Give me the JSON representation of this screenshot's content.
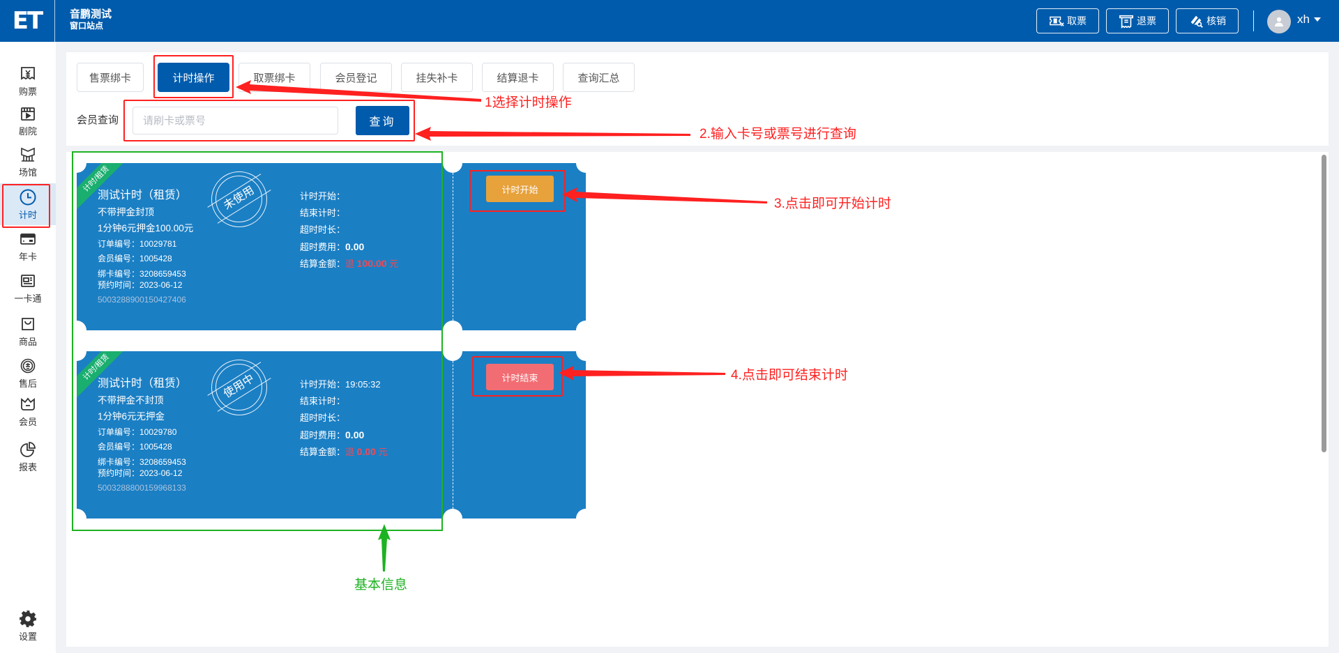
{
  "header": {
    "logo": "ET",
    "site_name": "音鹏测试",
    "site_sub": "窗口站点",
    "buttons": [
      {
        "label": "取票",
        "icon": "ticket-pickup-icon"
      },
      {
        "label": "退票",
        "icon": "refund-receipt-icon"
      },
      {
        "label": "核销",
        "icon": "verify-icon"
      }
    ],
    "user": "xh"
  },
  "sidebar": {
    "items": [
      {
        "label": "购票",
        "icon": "ticket-yen-icon"
      },
      {
        "label": "剧院",
        "icon": "theater-icon"
      },
      {
        "label": "场馆",
        "icon": "venue-icon"
      },
      {
        "label": "计时",
        "icon": "clock-icon",
        "active": true
      },
      {
        "label": "年卡",
        "icon": "annual-card-icon"
      },
      {
        "label": "一卡通",
        "icon": "id-card-icon"
      },
      {
        "label": "商品",
        "icon": "shopping-bag-icon"
      },
      {
        "label": "售后",
        "icon": "after-sale-icon"
      },
      {
        "label": "会员",
        "icon": "crown-icon"
      },
      {
        "label": "报表",
        "icon": "pie-chart-icon"
      }
    ],
    "settings": {
      "label": "设置",
      "icon": "gear-icon"
    }
  },
  "tabs": [
    {
      "label": "售票绑卡"
    },
    {
      "label": "计时操作",
      "active": true
    },
    {
      "label": "取票绑卡"
    },
    {
      "label": "会员登记"
    },
    {
      "label": "挂失补卡"
    },
    {
      "label": "结算退卡"
    },
    {
      "label": "查询汇总"
    }
  ],
  "query": {
    "label": "会员查询",
    "placeholder": "请刷卡或票号",
    "value": "",
    "button": "查询"
  },
  "tickets": [
    {
      "ribbon": "计时/租赁",
      "title": "测试计时（租赁）",
      "rule": "不带押金封顶",
      "price": "1分钟6元押金100.00元",
      "order_no": "订单编号：10029781",
      "member_no": "会员编号：1005428",
      "card_no": "绑卡编号：3208659453",
      "booking_time": "预约时间：2023-06-12",
      "code": "5003288900150427406",
      "stamp": "未使用",
      "start_label": "计时开始：",
      "start_value": "",
      "end_label": "结束计时：",
      "end_value": "",
      "overtime_label": "超时时长：",
      "overtime_value": "",
      "fee_label": "超时费用：",
      "fee_value": "0.00",
      "settle_label": "结算金额：",
      "settle_prefix": "退",
      "settle_value": "100.00",
      "settle_unit": "元",
      "action": "计时开始",
      "action_color": "#e7a23c"
    },
    {
      "ribbon": "计时/租赁",
      "title": "测试计时（租赁）",
      "rule": "不带押金不封顶",
      "price": "1分钟6元无押金",
      "order_no": "订单编号：10029780",
      "member_no": "会员编号：1005428",
      "card_no": "绑卡编号：3208659453",
      "booking_time": "预约时间：2023-06-12",
      "code": "5003288800159968133",
      "stamp": "使用中",
      "start_label": "计时开始：",
      "start_value": "19:05:32",
      "end_label": "结束计时：",
      "end_value": "",
      "overtime_label": "超时时长：",
      "overtime_value": "",
      "fee_label": "超时费用：",
      "fee_value": "0.00",
      "settle_label": "结算金额：",
      "settle_prefix": "退",
      "settle_value": "0.00",
      "settle_unit": "元",
      "action": "计时结束",
      "action_color": "#f26d73"
    }
  ],
  "annotations": {
    "step1": "1选择计时操作",
    "step2": "2.输入卡号或票号进行查询",
    "step3": "3.点击即可开始计时",
    "step4": "4.点击即可结束计时",
    "basic_info": "基本信息"
  },
  "colors": {
    "brand": "#005bac",
    "ticket": "#1b7fc4",
    "ribbon": "#1aae6f",
    "annotation_red": "#ff2020",
    "annotation_green": "#1db222"
  }
}
